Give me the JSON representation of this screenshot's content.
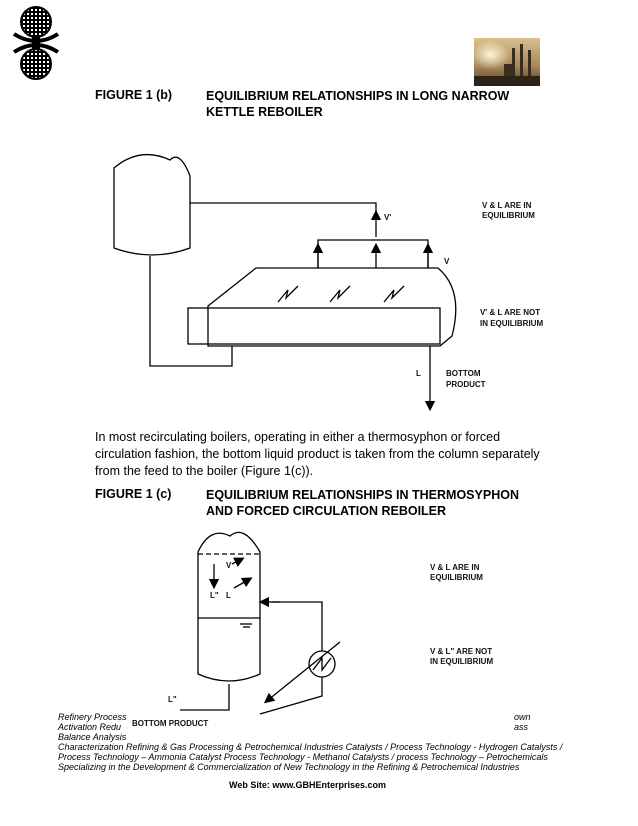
{
  "figure_b": {
    "label": "FIGURE 1 (b)",
    "title_line1": "EQUILIBRIUM RELATIONSHIPS IN LONG NARROW",
    "title_line2": "KETTLE REBOILER",
    "diagram": {
      "v_l_eq_line1": "V & L ARE IN",
      "v_l_eq_line2": "EQUILIBRIUM",
      "v_prime": "V'",
      "v": "V",
      "not_eq_line1": "V' & L ARE NOT",
      "not_eq_line2": "IN EQUILIBRIUM",
      "l": "L",
      "bottom_line1": "BOTTOM",
      "bottom_line2": "PRODUCT"
    }
  },
  "paragraph": {
    "line1": "In most recirculating boilers, operating in either a thermosyphon or forced",
    "line2": "circulation fashion, the bottom liquid product is taken from the column separately",
    "line3": "from the feed to the boiler (Figure 1(c))."
  },
  "figure_c": {
    "label": "FIGURE 1 (c)",
    "title_line1": "EQUILIBRIUM RELATIONSHIPS IN THERMOSYPHON",
    "title_line2": "AND FORCED CIRCULATION REBOILER",
    "diagram": {
      "v": "V",
      "l_double_prime": "L\"",
      "l": "L",
      "v_l_eq_line1": "V & L ARE IN",
      "v_l_eq_line2": "EQUILIBRIUM",
      "not_eq_line1": "V & L\" ARE NOT",
      "not_eq_line2": "IN EQUILIBRIUM",
      "l_double_prime_out": "L\"",
      "bottom_product": "BOTTOM PRODUCT"
    }
  },
  "footer": {
    "line1_left": "Refinery Process",
    "line1_right": "own",
    "line2_left": "Activation  Redu",
    "line2_right": "ass",
    "line3_left": "Balance Analysis",
    "line4": "Characterization  Refining  & Gas Processing &  Petrochemical Industries  Catalysts / Process Technology - Hydrogen  Catalysts /",
    "line5": "Process Technology – Ammonia  Catalyst Process Technology - Methanol  Catalysts / process Technology – Petrochemicals",
    "line6": "Specializing in the Development  & Commercialization of New Technology in the Refining &   Petrochemical Industries",
    "website": "Web Site: www.GBHEnterprises.com"
  },
  "colors": {
    "text": "#000000",
    "sky_top": "#c9a56a",
    "sky_bottom": "#5e4a30"
  },
  "icons": [
    "gbh-logo-icon",
    "refinery-photo"
  ]
}
